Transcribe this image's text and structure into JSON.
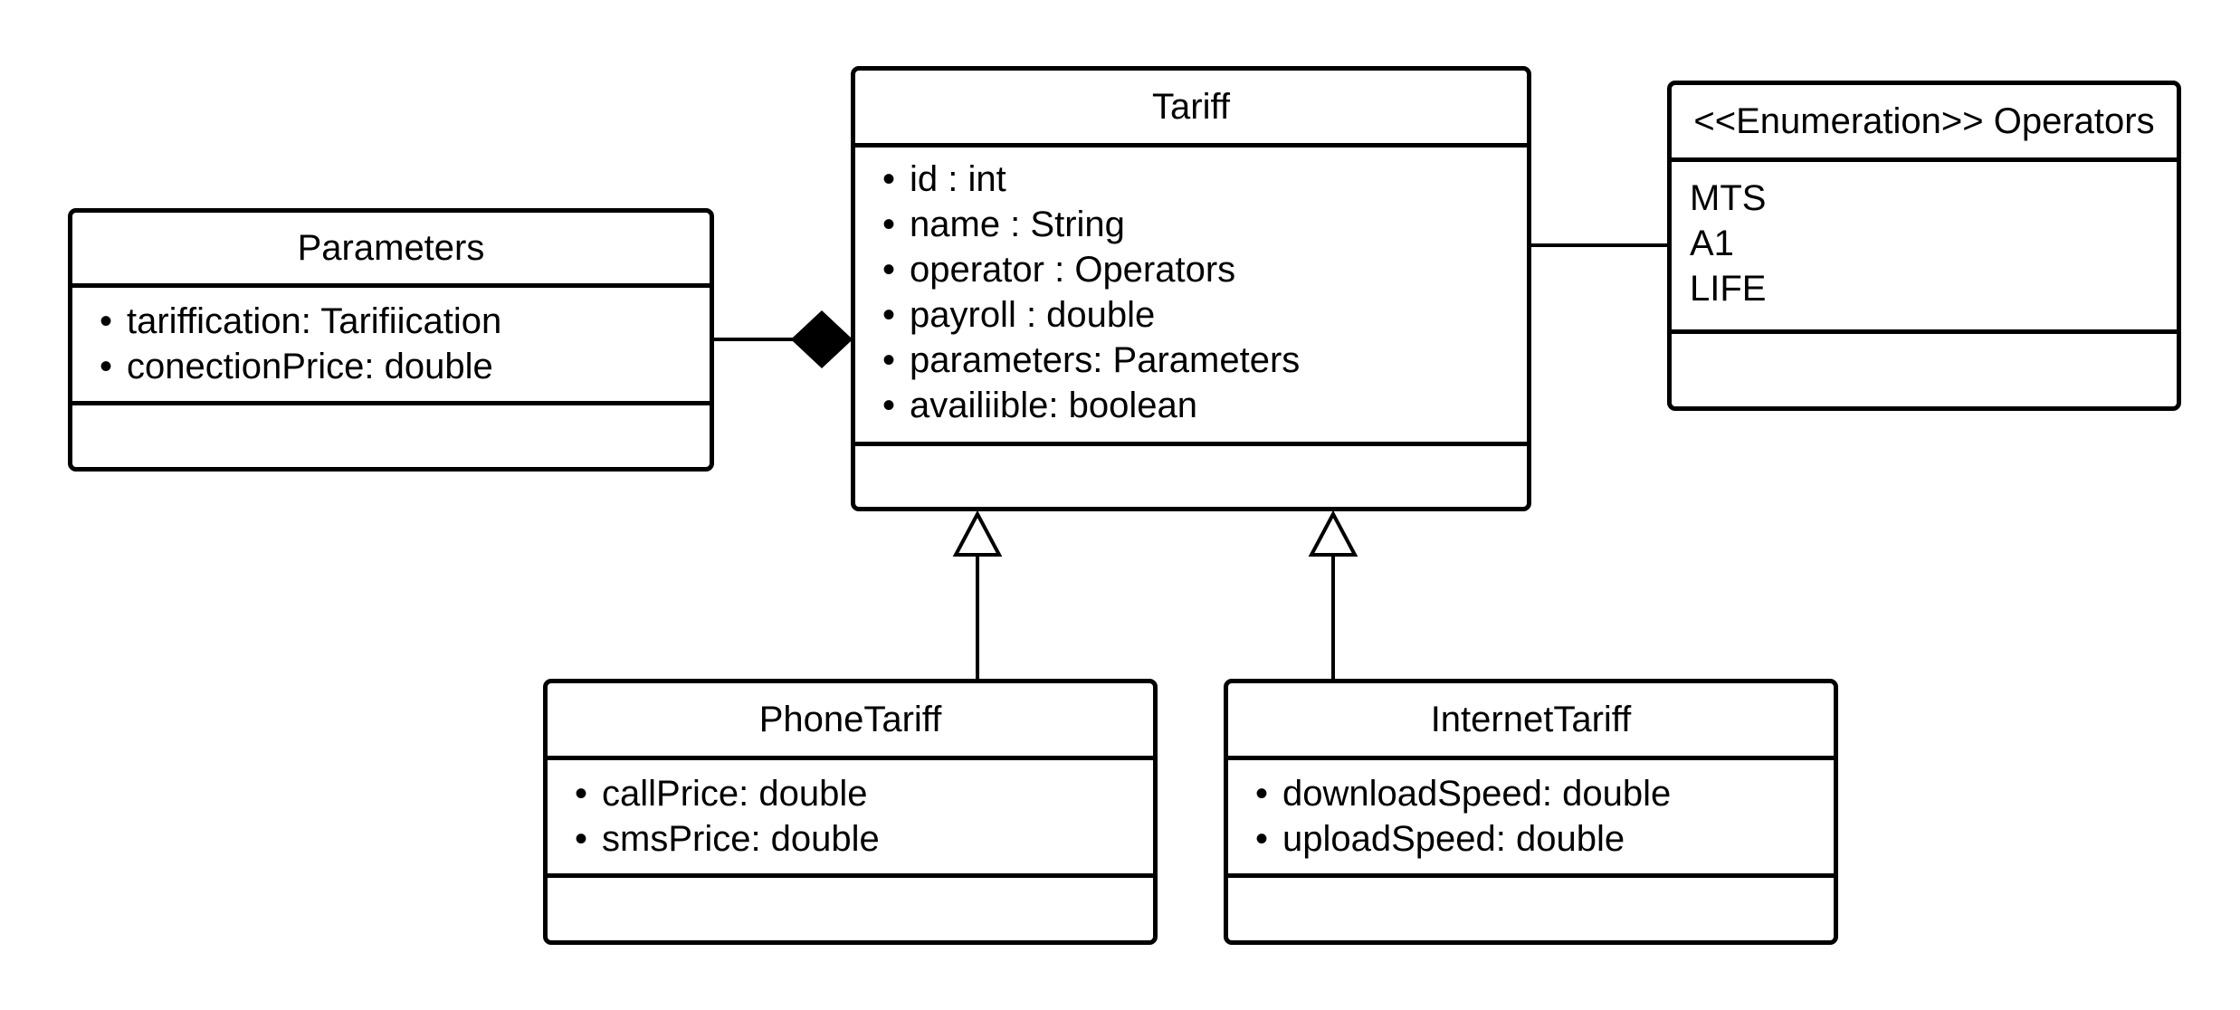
{
  "classes": {
    "tariff": {
      "name": "Tariff",
      "attributes": [
        "id : int",
        "name : String",
        "operator : Operators",
        "payroll : double",
        "parameters: Parameters",
        "availiible: boolean"
      ]
    },
    "parameters": {
      "name": "Parameters",
      "attributes": [
        "tariffication: Tarifiication",
        "conectionPrice: double"
      ]
    },
    "operators": {
      "name": "<<Enumeration>> Operators",
      "literals": [
        "MTS",
        "A1",
        "LIFE"
      ]
    },
    "phone_tariff": {
      "name": "PhoneTariff",
      "attributes": [
        "callPrice: double",
        "smsPrice: double"
      ]
    },
    "internet_tariff": {
      "name": "InternetTariff",
      "attributes": [
        "downloadSpeed: double",
        "uploadSpeed: double"
      ]
    }
  },
  "colors": {
    "stroke": "#000000",
    "fill": "#ffffff"
  }
}
